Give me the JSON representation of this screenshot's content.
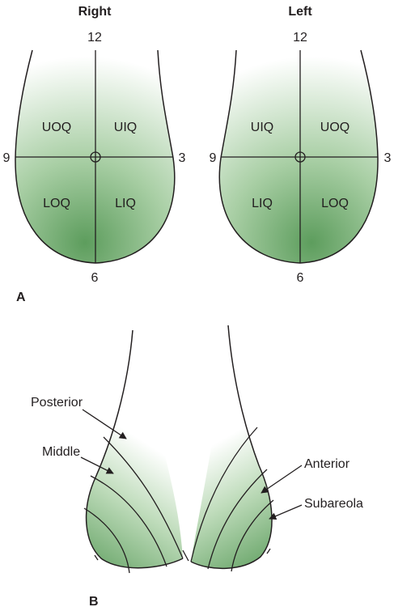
{
  "panel_a": {
    "letter": "A",
    "right_breast": {
      "title": "Right",
      "clock": {
        "top": "12",
        "bottom": "6",
        "left": "9",
        "right": "3"
      },
      "quadrants": {
        "upper_left": "UOQ",
        "upper_right": "UIQ",
        "lower_left": "LOQ",
        "lower_right": "LIQ"
      }
    },
    "left_breast": {
      "title": "Left",
      "clock": {
        "top": "12",
        "bottom": "6",
        "left": "9",
        "right": "3"
      },
      "quadrants": {
        "upper_left": "UIQ",
        "upper_right": "UOQ",
        "lower_left": "LIQ",
        "lower_right": "LOQ"
      }
    }
  },
  "panel_b": {
    "letter": "B",
    "labels": {
      "posterior": "Posterior",
      "middle": "Middle",
      "anterior": "Anterior",
      "subareola": "Subareola"
    }
  },
  "colors": {
    "shade_dark": "#6aa66a",
    "shade_light": "#ffffff",
    "line": "#231f20"
  }
}
